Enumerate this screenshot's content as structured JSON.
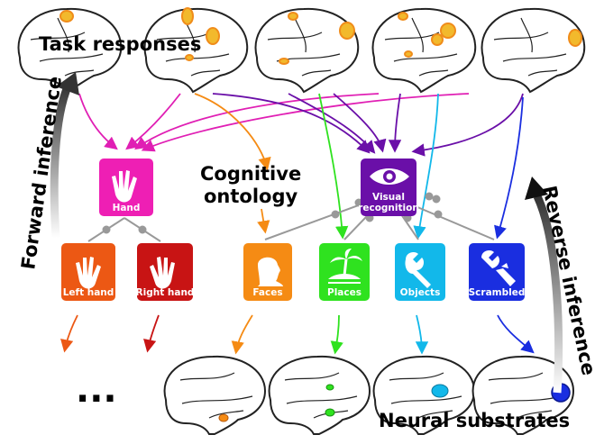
{
  "texts": {
    "task_responses": "Task responses",
    "cognitive_ontology_line1": "Cognitive",
    "cognitive_ontology_line2": "ontology",
    "forward_inference": "Forward inference",
    "reverse_inference": "Reverse inference",
    "neural_substrates": "Neural substrates",
    "ellipsis": "..."
  },
  "nodes": {
    "hand": {
      "label": "Hand",
      "color": "#ee1fb4"
    },
    "visual_recognition": {
      "label": "Visual recognition",
      "line1": "Visual",
      "line2": "recognition",
      "color": "#6a0fa8"
    },
    "left_hand": {
      "label": "Left hand",
      "color": "#ec5814"
    },
    "right_hand": {
      "label": "Right hand",
      "color": "#c81414"
    },
    "faces": {
      "label": "Faces",
      "color": "#f58b14"
    },
    "places": {
      "label": "Places",
      "color": "#2fe21f"
    },
    "objects": {
      "label": "Objects",
      "color": "#12b8ea"
    },
    "scrambled": {
      "label": "Scrambled",
      "color": "#1a2ee0"
    }
  },
  "icons": [
    "hand-icon",
    "eye-icon",
    "left-hand-icon",
    "right-hand-icon",
    "face-icon",
    "island-icon",
    "wrench-icon",
    "scrambled-wrench-icon"
  ],
  "colors": {
    "hand_arrows": "#e01fb4",
    "visual_arrows": "#6a0fa8",
    "faces_arrow": "#f58b14",
    "places_arrow": "#2fe21f",
    "objects_arrow": "#12b8ea",
    "scrambled_arrow": "#1a2ee0",
    "ontology_links": "#999999",
    "activation": "#f2b92c"
  }
}
